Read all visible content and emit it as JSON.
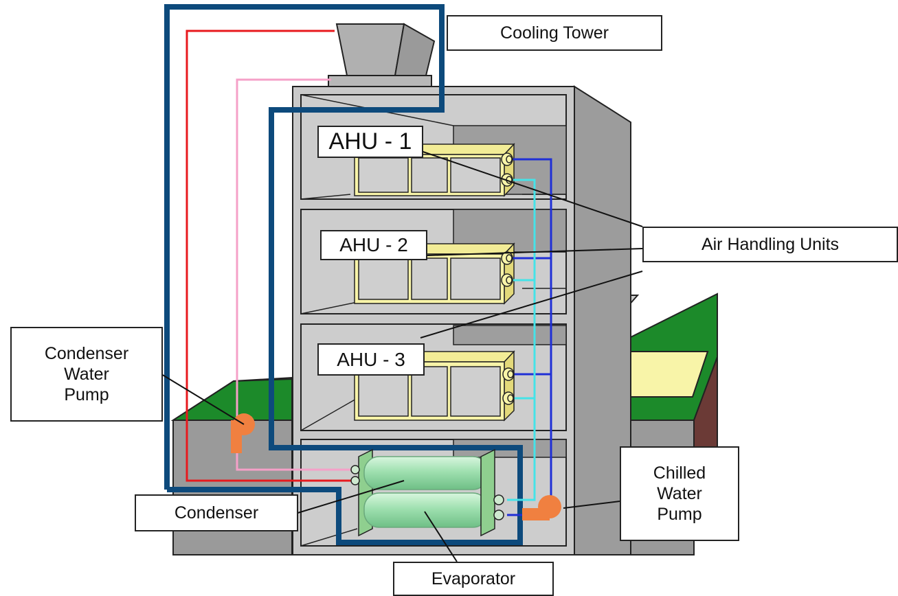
{
  "labels": {
    "cooling_tower": "Cooling Tower",
    "ahu_1": "AHU - 1",
    "ahu_2": "AHU - 2",
    "ahu_3": "AHU - 3",
    "air_handling_units": "Air Handling Units",
    "condenser_water_pump": "Condenser\nWater\nPump",
    "condenser": "Condenser",
    "evaporator": "Evaporator",
    "chilled_water_pump": "Chilled\nWater\nPump"
  },
  "colors": {
    "condenser_supply_pipe": "#e8191e",
    "condenser_return_pipe": "#f5a0c8",
    "chilled_supply_pipe": "#1f2fd6",
    "chilled_return_pipe": "#45e3e8",
    "boundary_outline": "#0d4a7c",
    "pump": "#f08040",
    "ahu_body": "#f8f4a8",
    "heat_exchanger": "#a6e6b4",
    "grass": "#1c8a2a",
    "building": "#c4c4c4"
  }
}
